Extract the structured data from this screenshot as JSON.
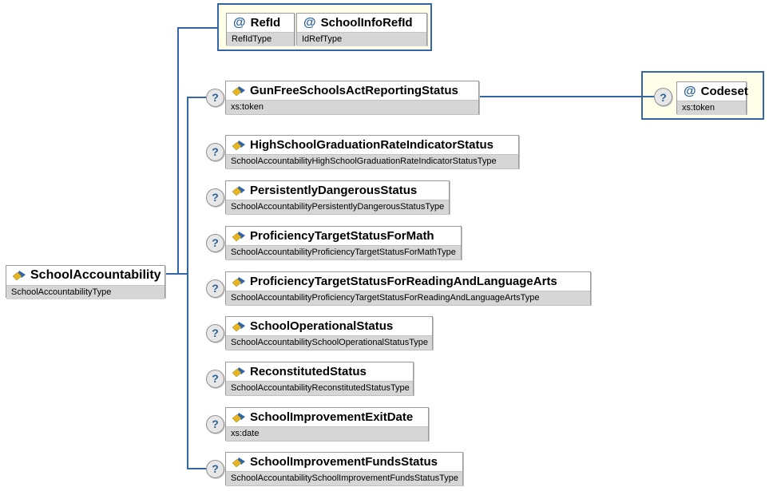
{
  "diagram": {
    "optional_indicator": "?",
    "attribute_marker": "@",
    "root": {
      "name": "SchoolAccountability",
      "type": "SchoolAccountabilityType"
    },
    "attribute_group": {
      "attributes": [
        {
          "name": "RefId",
          "type": "RefIdType"
        },
        {
          "name": "SchoolInfoRefId",
          "type": "IdRefType"
        }
      ]
    },
    "children": [
      {
        "name": "GunFreeSchoolsActReportingStatus",
        "type": "xs:token"
      },
      {
        "name": "HighSchoolGraduationRateIndicatorStatus",
        "type": "SchoolAccountabilityHighSchoolGraduationRateIndicatorStatusType"
      },
      {
        "name": "PersistentlyDangerousStatus",
        "type": "SchoolAccountabilityPersistentlyDangerousStatusType"
      },
      {
        "name": "ProficiencyTargetStatusForMath",
        "type": "SchoolAccountabilityProficiencyTargetStatusForMathType"
      },
      {
        "name": "ProficiencyTargetStatusForReadingAndLanguageArts",
        "type": "SchoolAccountabilityProficiencyTargetStatusForReadingAndLanguageArtsType"
      },
      {
        "name": "SchoolOperationalStatus",
        "type": "SchoolAccountabilitySchoolOperationalStatusType"
      },
      {
        "name": "ReconstitutedStatus",
        "type": "SchoolAccountabilityReconstitutedStatusType"
      },
      {
        "name": "SchoolImprovementExitDate",
        "type": "xs:date"
      },
      {
        "name": "SchoolImprovementFundsStatus",
        "type": "SchoolAccountabilitySchoolImprovementFundsStatusType"
      }
    ],
    "codeset_group": {
      "attributes": [
        {
          "name": "Codeset",
          "type": "xs:token"
        }
      ]
    }
  },
  "colors": {
    "connector_blue": "#3465A4",
    "group_fill": "#FEFEE9",
    "box_border": "#9a9a9a",
    "type_band_gray": "#d6d6d6",
    "accent_blue": "#2a6099",
    "icon_gold": "#E8B520"
  }
}
